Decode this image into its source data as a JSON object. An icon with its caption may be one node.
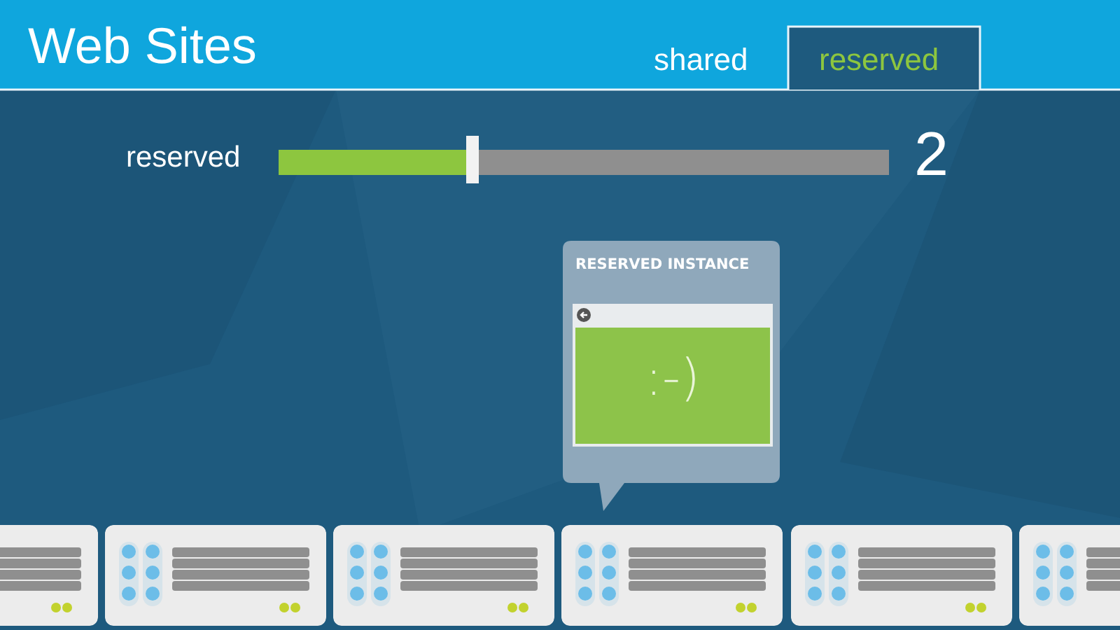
{
  "diagram": {
    "title": "Web Sites",
    "nodes": [
      {
        "text": [
          "RESERVED INSTANCE"
        ]
      },
      {
        "text": [
          ":-)"
        ],
        "in": 0
      },
      {
        "text": [],
        "shape": "box"
      },
      {
        "text": [],
        "shape": "box"
      },
      {
        "text": [],
        "shape": "box"
      },
      {
        "text": [],
        "shape": "box"
      },
      {
        "text": [],
        "shape": "box"
      },
      {
        "text": [],
        "shape": "box"
      }
    ],
    "labels": [
      "shared",
      "reserved",
      "reserved",
      "2"
    ]
  }
}
